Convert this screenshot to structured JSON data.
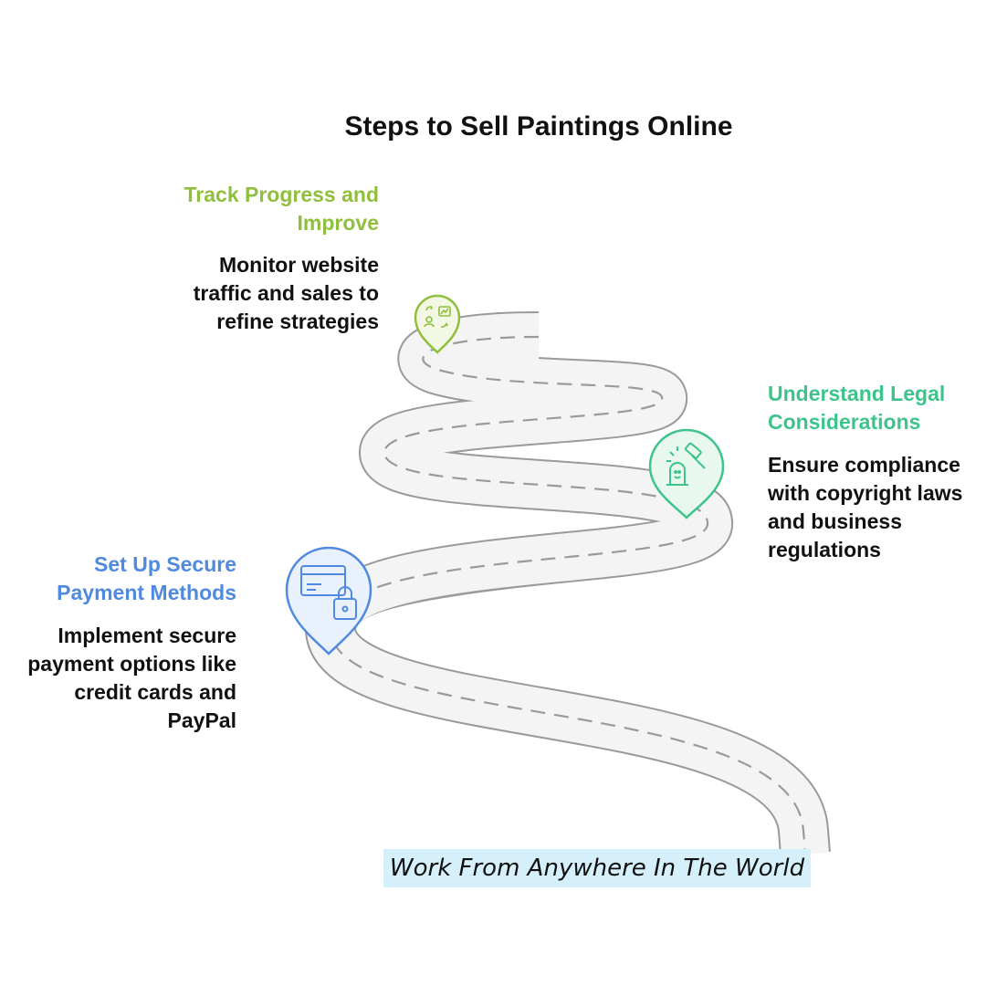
{
  "title": "Steps to Sell Paintings Online",
  "steps": [
    {
      "heading_lines": [
        "Track Progress and",
        "Improve"
      ],
      "desc_lines": [
        "Monitor website",
        "traffic and sales to",
        "refine strategies"
      ],
      "color": "#8fbf3c",
      "icon": "analytics-icon"
    },
    {
      "heading_lines": [
        "Understand Legal",
        "Considerations"
      ],
      "desc_lines": [
        "Ensure compliance",
        "with copyright laws",
        "and business",
        "regulations"
      ],
      "color": "#3cc48a",
      "icon": "gavel-icon"
    },
    {
      "heading_lines": [
        "Set Up Secure",
        "Payment Methods"
      ],
      "desc_lines": [
        "Implement secure",
        "payment options like",
        "credit cards and",
        "PayPal"
      ],
      "color": "#4f8ae0",
      "icon": "secure-card-icon"
    }
  ],
  "footer": {
    "caption": "Work From Anywhere In The World"
  },
  "colors": {
    "road_fill": "#f4f4f4",
    "road_edge": "#9a9a9a",
    "lane_dash": "#9a9a9a"
  }
}
